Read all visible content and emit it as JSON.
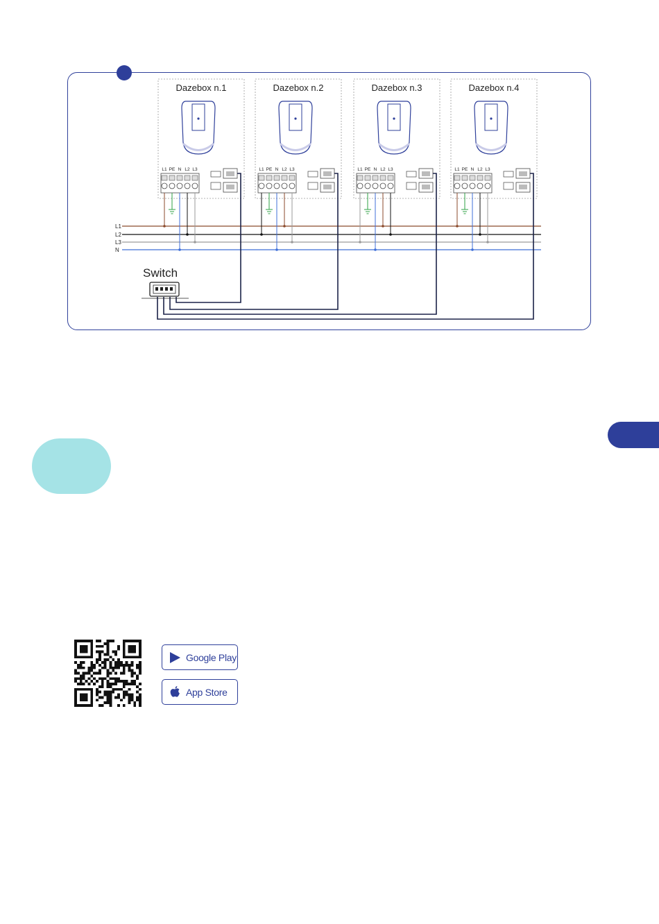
{
  "diagram": {
    "boxes": [
      {
        "title": "Dazebox n.1"
      },
      {
        "title": "Dazebox n.2"
      },
      {
        "title": "Dazebox n.3"
      },
      {
        "title": "Dazebox n.4"
      }
    ],
    "terminal_sets": [
      [
        "L1",
        "PE",
        "N",
        "L2",
        "L3"
      ],
      [
        "L1",
        "PE",
        "N",
        "L2",
        "L3"
      ],
      [
        "L1",
        "PE",
        "N",
        "L2",
        "L3"
      ],
      [
        "L1",
        "PE",
        "N",
        "L2",
        "L3"
      ]
    ],
    "bus_lines": [
      "L1",
      "L2",
      "L3",
      "N"
    ],
    "switch_label": "Switch",
    "colors": {
      "frame": "#2e3f9a",
      "l1": "#8b4a2b",
      "l2": "#111111",
      "l3": "#9a9a9a",
      "neutral": "#3f6fd8",
      "earth": "#2ea043",
      "data": "#1b2248"
    }
  },
  "apps": {
    "qr_icon": "qr-code-icon",
    "google_play": {
      "label": "Google Play",
      "icon": "google-play-icon"
    },
    "app_store": {
      "label": "App Store",
      "icon": "apple-icon"
    }
  }
}
